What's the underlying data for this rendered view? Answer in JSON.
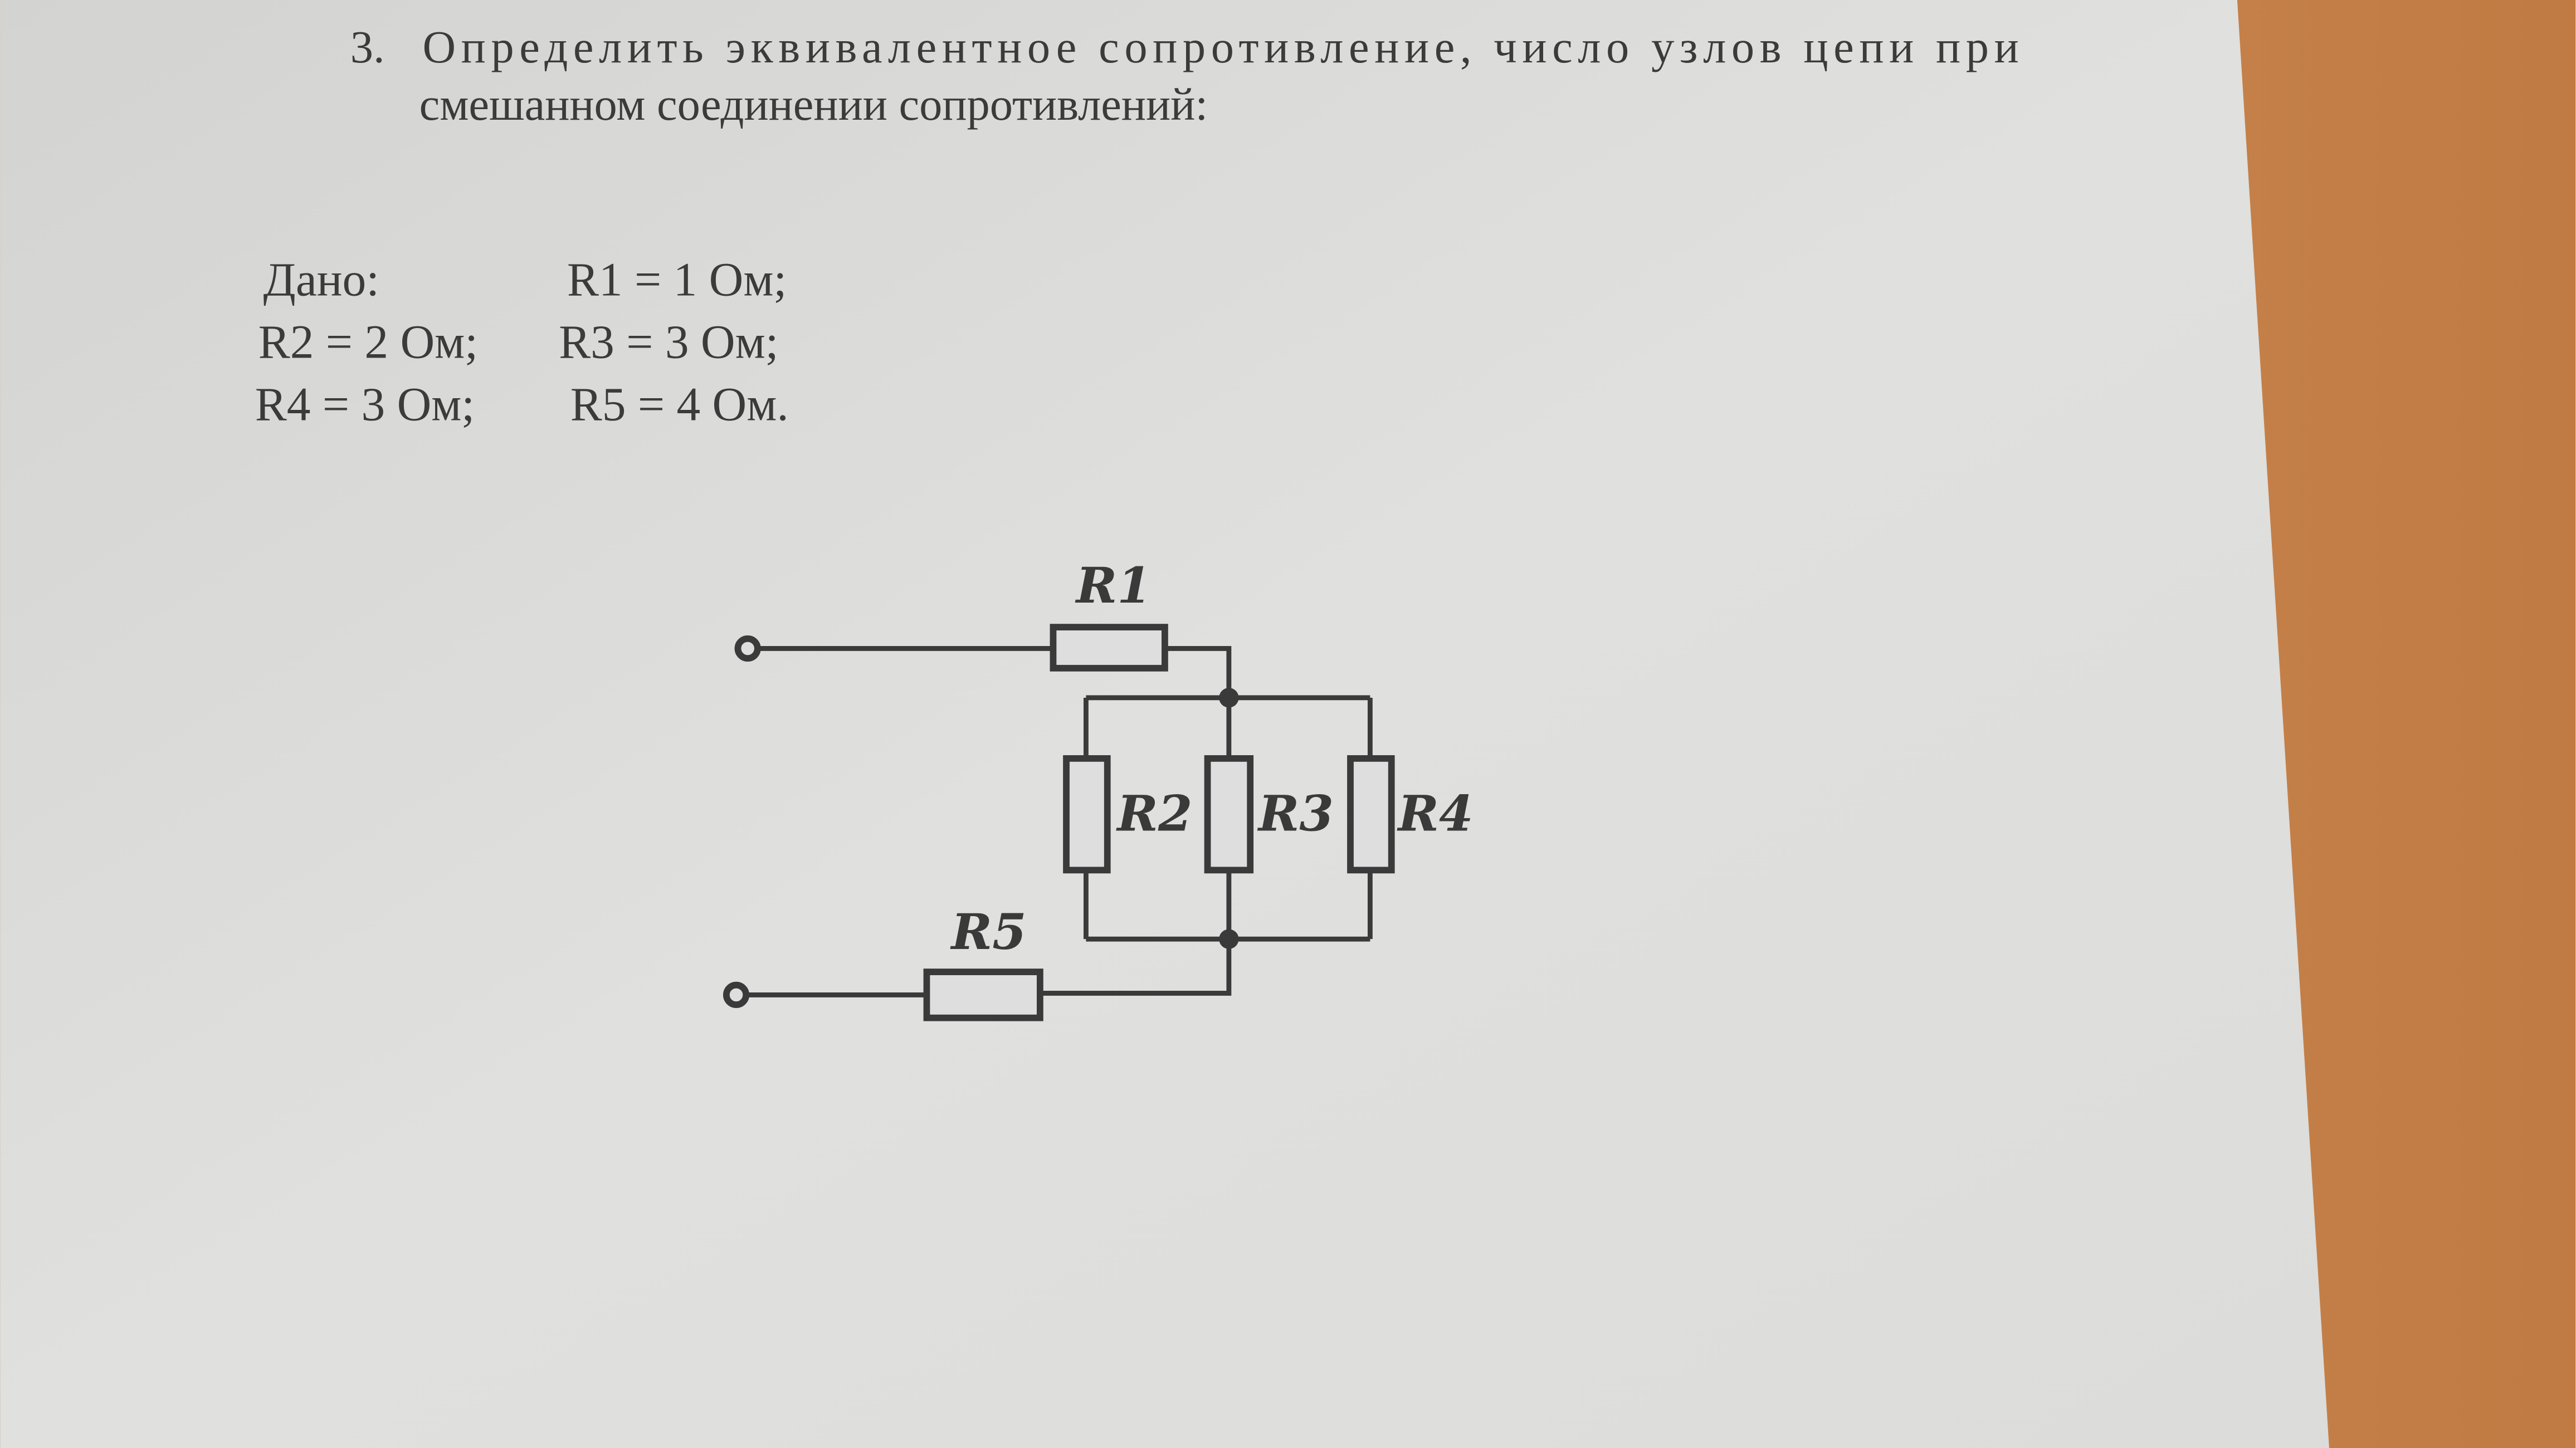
{
  "task": {
    "number": "3.",
    "line1": "Определить эквивалентное сопротивление, число узлов цепи при",
    "line2": "смешанном соединении сопротивлений:"
  },
  "given": {
    "label": "Дано:",
    "r1": "R1 = 1 Ом;",
    "r2": "R2 = 2 Ом;",
    "r3": "R3 = 3 Ом;",
    "r4": "R4 = 3 Ом;",
    "r5": "R5 = 4 Ом."
  },
  "circuit": {
    "labels": [
      "R1",
      "R2",
      "R3",
      "R4",
      "R5"
    ]
  },
  "colors": {
    "paper": "#d9d9d7",
    "wood": "#c47f48",
    "ink": "#3a3a3a"
  }
}
